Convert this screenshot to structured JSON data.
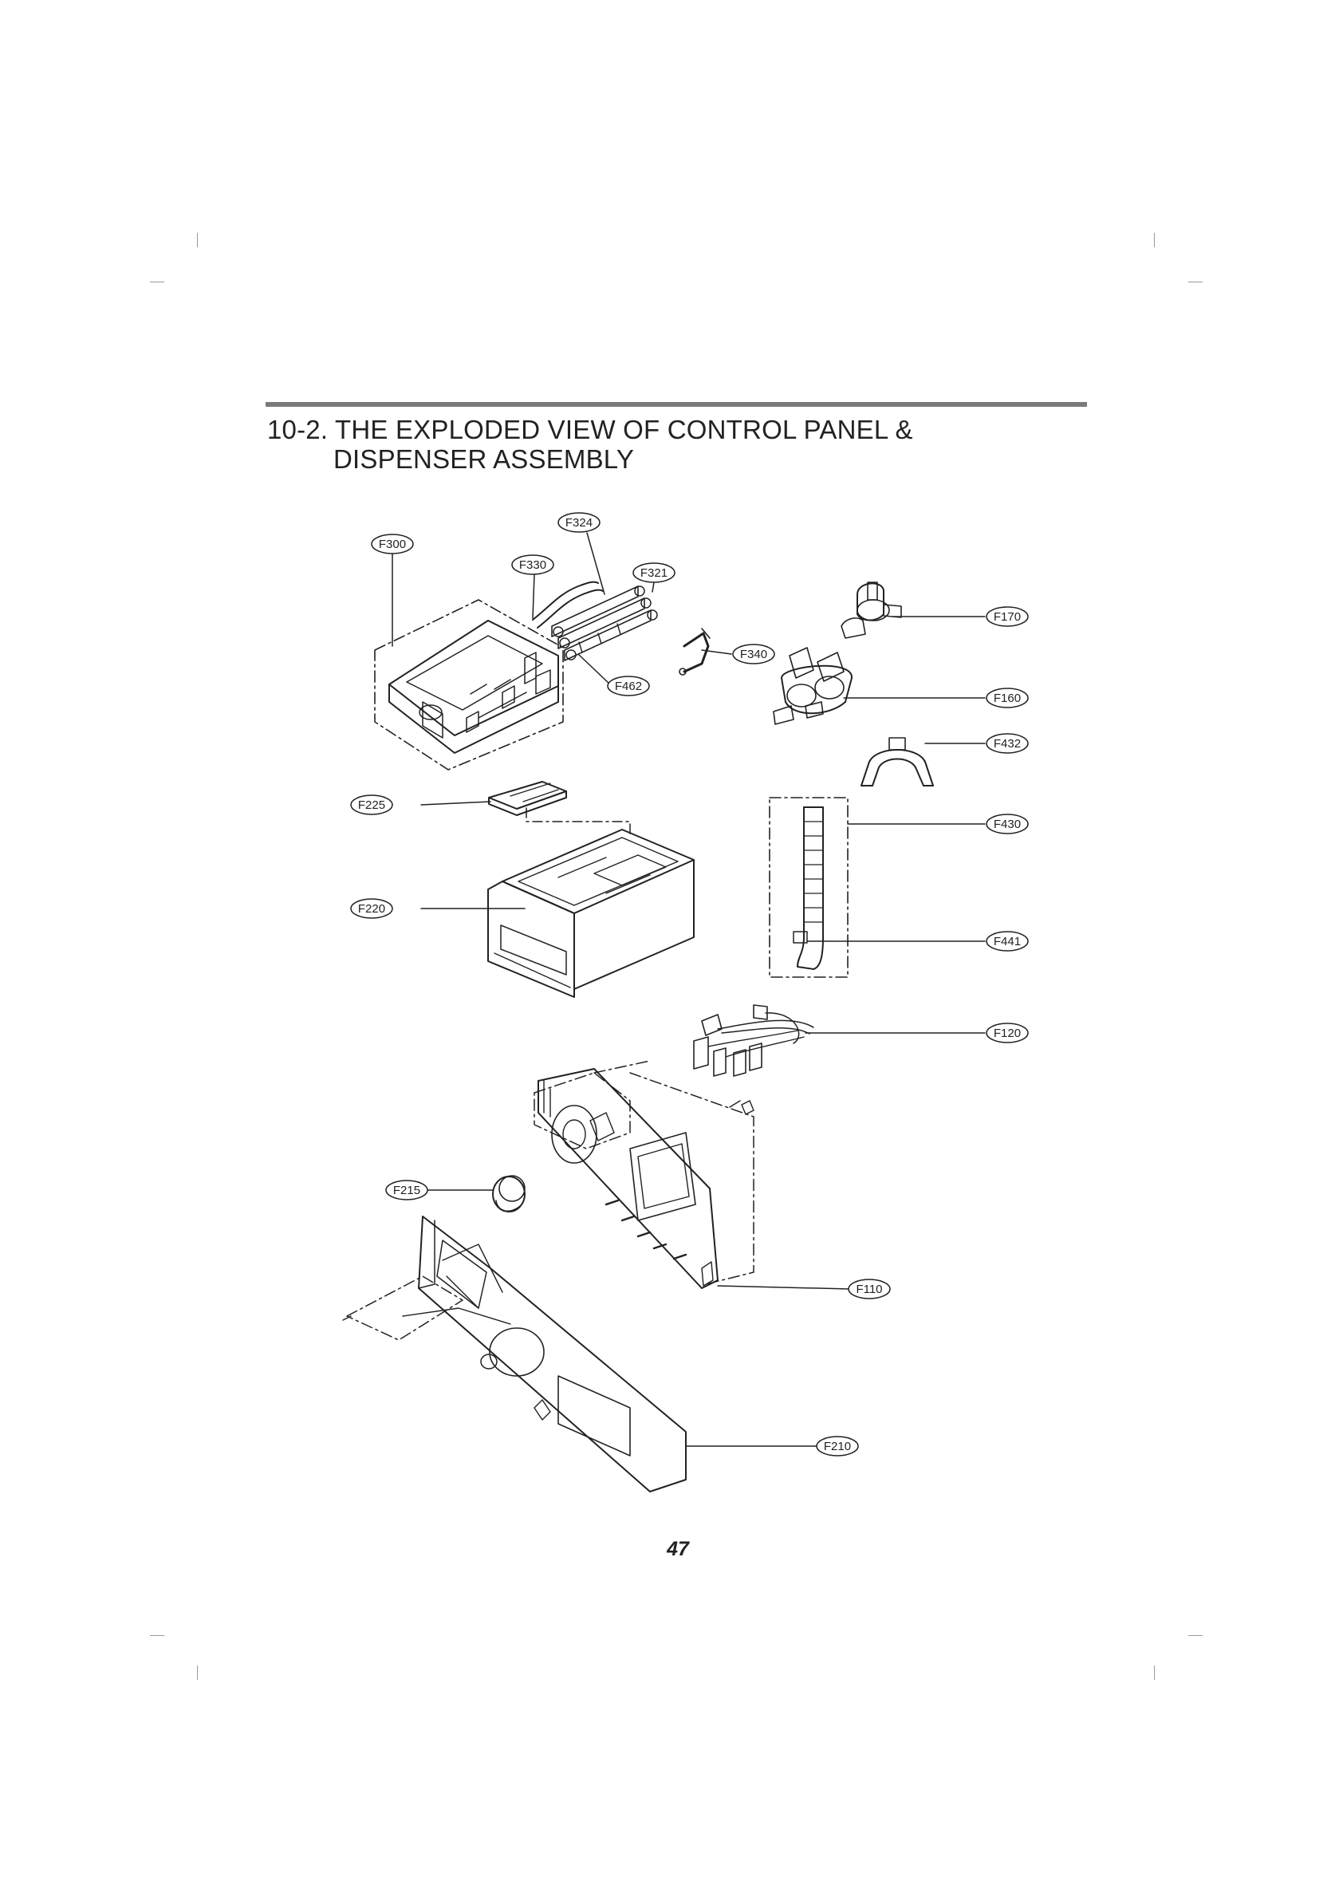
{
  "header": {
    "title_line1": "10-2. THE EXPLODED VIEW OF CONTROL PANEL &",
    "title_line2": "DISPENSER ASSEMBLY"
  },
  "callouts": {
    "f324": "F324",
    "f300": "F300",
    "f330": "F330",
    "f321": "F321",
    "f170": "F170",
    "f340": "F340",
    "f462": "F462",
    "f160": "F160",
    "f432": "F432",
    "f225": "F225",
    "f430": "F430",
    "f220": "F220",
    "f441": "F441",
    "f120": "F120",
    "f215": "F215",
    "f110": "F110",
    "f210": "F210"
  },
  "footer": {
    "page_number": "47"
  }
}
